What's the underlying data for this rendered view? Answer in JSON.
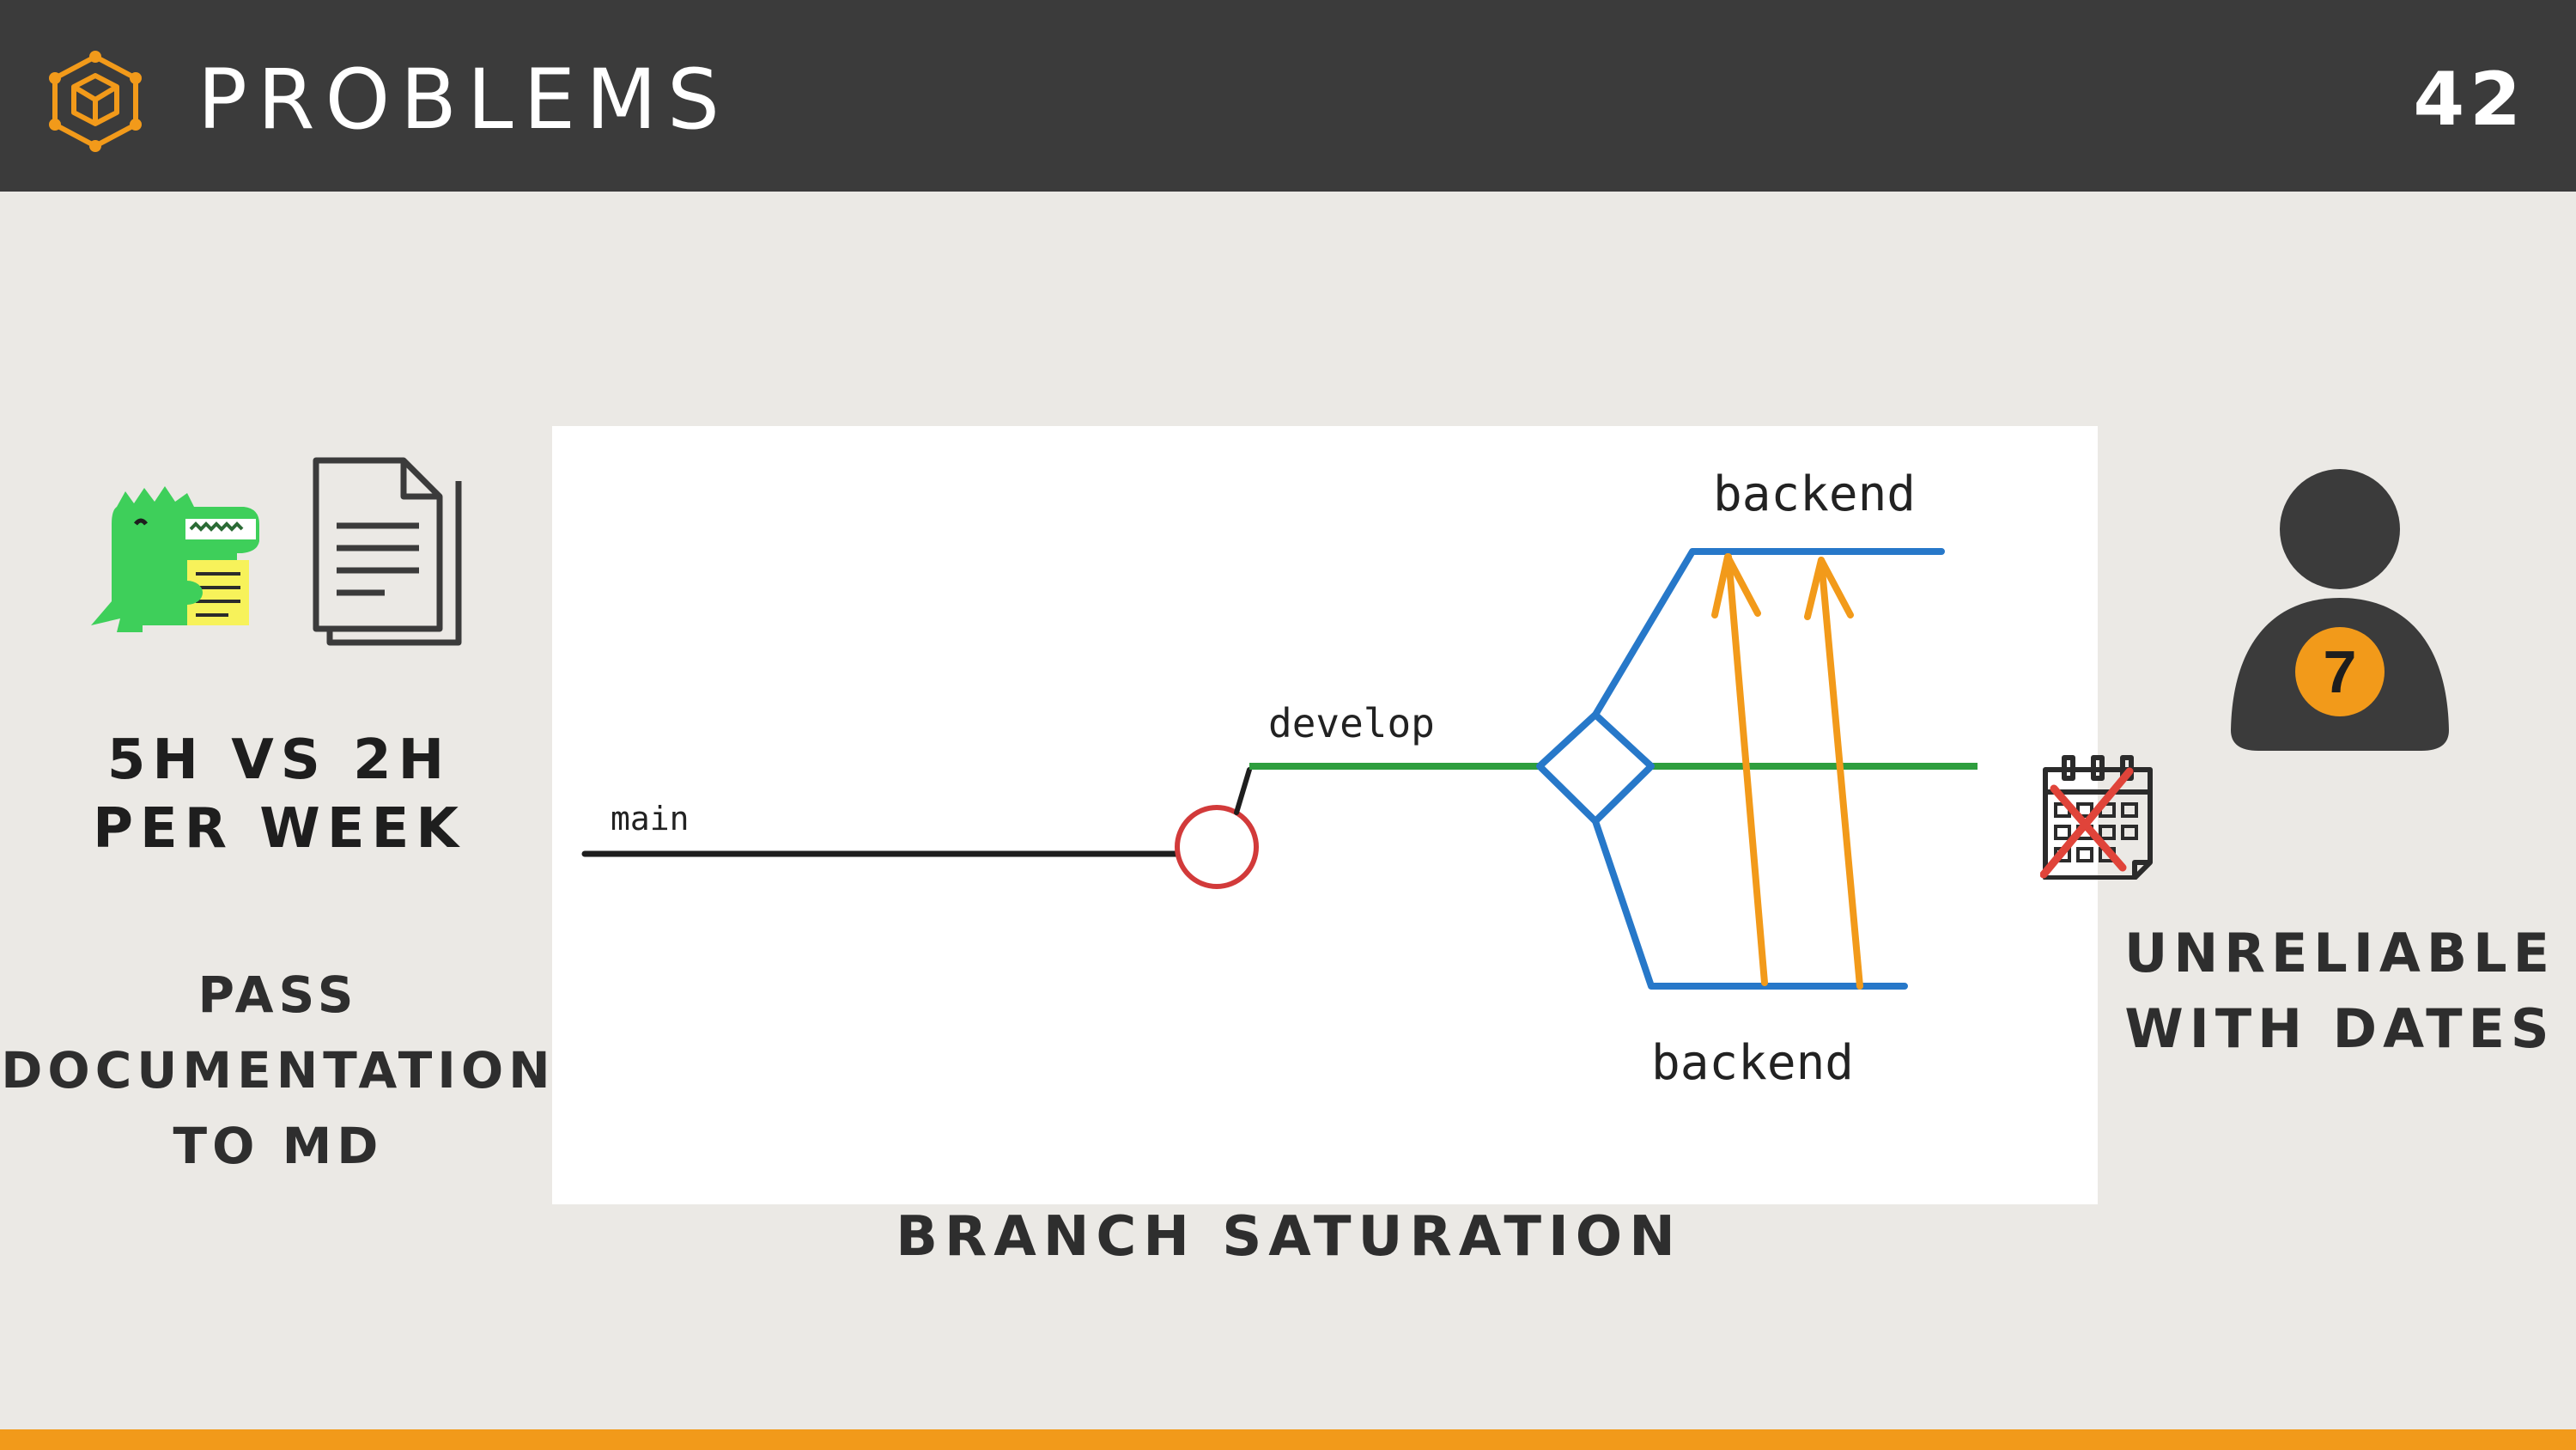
{
  "header": {
    "title": "PROBLEMS",
    "page_number": "42",
    "logo_icon": "cube-logo-icon"
  },
  "colors": {
    "header_bg": "#3b3b3b",
    "accent": "#f29a1a",
    "background": "#ebe9e5"
  },
  "left": {
    "stat_line1": "5H VS 2H",
    "stat_line2": "PER WEEK",
    "caption_line1": "PASS",
    "caption_line2": "DOCUMENTATION",
    "caption_line3": "TO MD",
    "icons": [
      "dinosaur-mascot-icon",
      "document-icon"
    ]
  },
  "center": {
    "caption": "BRANCH SATURATION",
    "diagram": {
      "label_main": "main",
      "label_develop": "develop",
      "label_backend_top": "backend",
      "label_backend_bottom": "backend"
    }
  },
  "right": {
    "badge_number": "7",
    "caption_line1": "UNRELIABLE",
    "caption_line2": "WITH DATES",
    "icons": [
      "person-icon",
      "crossed-calendar-icon"
    ]
  }
}
